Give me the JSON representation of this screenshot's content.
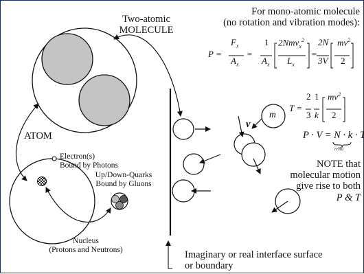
{
  "labels": {
    "two_atomic_line1": "Two-atomic",
    "two_atomic_line2": "MOLECULE",
    "mono_line1": "For mono-atomic molecule",
    "mono_line2": "(no rotation and vibration modes):",
    "atom": "ATOM",
    "electrons_line1": "Electron(s)",
    "electrons_line2": "Bound by Photons",
    "quarks_line1": "Up/Down-Quarks",
    "quarks_line2": "Bound by Gluons",
    "nucleus_line1": "Nucleus",
    "nucleus_line2": "(Protons and Neutrons)",
    "note_line1": "NOTE that",
    "note_line2": "molecular motion",
    "note_line3": "give rise to both",
    "note_line4": "P & T",
    "boundary_line1": "Imaginary or real interface surface",
    "boundary_line2": "or boundary",
    "v": "v",
    "m": "m"
  },
  "equations": {
    "pressure": "P = Fx/Ax = (1/Ax)[2Nmvx²/Lx] = (2N/3V)[mv²/2]",
    "temperature": "T = (2/3)(1/k)[mv²/2]",
    "ideal_gas": "P·V = N·k·T",
    "n_ru": "n·Ru"
  },
  "colors": {
    "line": "#111111",
    "shaded": "#c4c4c4",
    "frame": "#1a2a5a"
  }
}
